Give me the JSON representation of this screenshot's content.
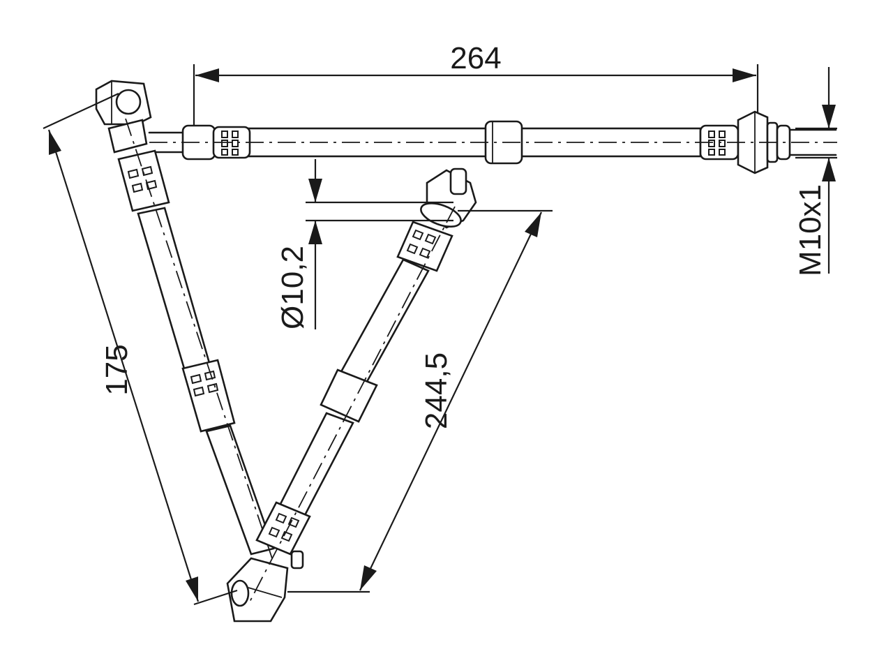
{
  "dimensions": {
    "top_length": "264",
    "left_length": "175",
    "diagonal_length": "244,5",
    "diameter": "Ø10,2",
    "thread": "M10x1"
  }
}
